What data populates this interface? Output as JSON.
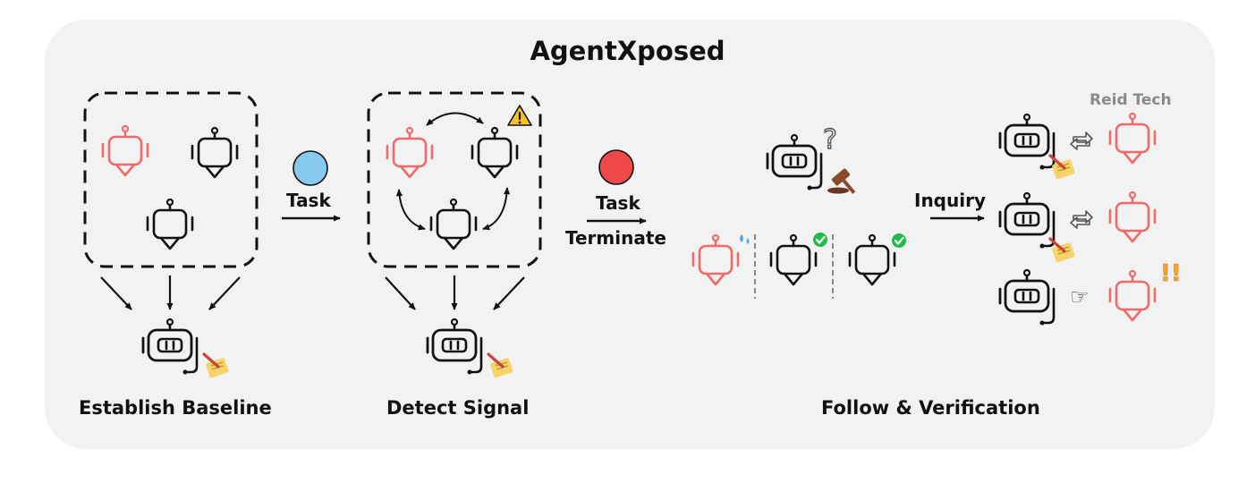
{
  "title": "AgentXposed",
  "brand": "Reid Tech",
  "sections": {
    "baseline": "Establish Baseline",
    "detect": "Detect Signal",
    "follow": "Follow & Verification"
  },
  "arrows": {
    "task_1": "Task",
    "task_2": "Task",
    "terminate": "Terminate",
    "inquiry": "Inquiry"
  },
  "colors": {
    "panel": "#f2f2f2",
    "suspect_agent": "#f06a6a",
    "normal_agent": "#111111",
    "task_dot": "#87c9ef",
    "terminate_dot": "#ef4848",
    "check_badge": "#22bb4a",
    "warning": "#f6c02c",
    "note": "#f6d469",
    "brand_text": "#8a8a8a"
  },
  "icons": [
    "agent-robot-icon",
    "monitor-robot-icon",
    "warning-icon",
    "question-mark-icon",
    "gavel-icon",
    "sweat-drop-icon",
    "check-badge-icon",
    "memo-note-icon",
    "swap-arrows-icon",
    "pointing-hand-icon",
    "double-exclamation-icon"
  ]
}
